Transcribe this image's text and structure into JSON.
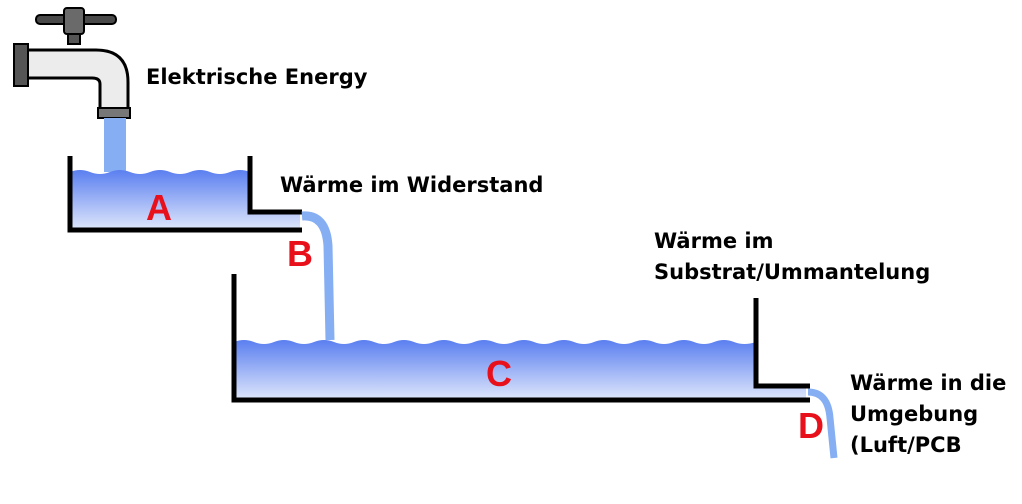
{
  "labels": {
    "electric_energy": "Elektrische Energy",
    "heat_resistor": "Wärme im Widerstand",
    "heat_substrate": [
      "Wärme im",
      "Substrat/Ummantelung"
    ],
    "heat_environment": [
      "Wärme in die",
      "Umgebung",
      "(Luft/PCB"
    ]
  },
  "markers": {
    "a": "A",
    "b": "B",
    "c": "C",
    "d": "D"
  },
  "colors": {
    "water_top": "#5b7ff0",
    "water_bottom": "#dbe4fb",
    "stream": "#86aef3",
    "marker_red": "#e8101a",
    "outline": "#000000"
  },
  "icons": {
    "faucet": "faucet-icon"
  }
}
